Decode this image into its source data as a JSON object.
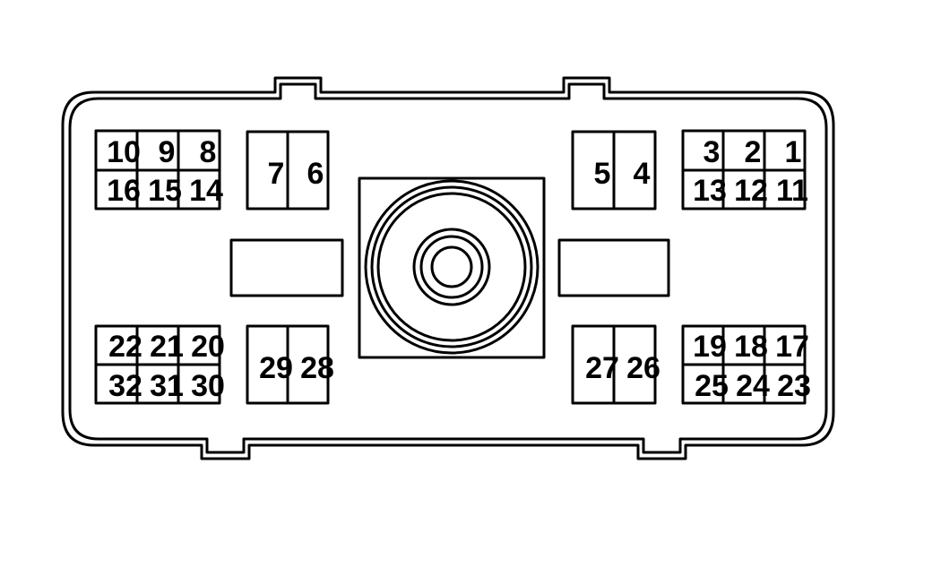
{
  "diagram": {
    "pins": {
      "p1": "1",
      "p2": "2",
      "p3": "3",
      "p4": "4",
      "p5": "5",
      "p6": "6",
      "p7": "7",
      "p8": "8",
      "p9": "9",
      "p10": "10",
      "p11": "11",
      "p12": "12",
      "p13": "13",
      "p14": "14",
      "p15": "15",
      "p16": "16",
      "p17": "17",
      "p18": "18",
      "p19": "19",
      "p20": "20",
      "p21": "21",
      "p22": "22",
      "p23": "23",
      "p24": "24",
      "p25": "25",
      "p26": "26",
      "p27": "27",
      "p28": "28",
      "p29": "29",
      "p30": "30",
      "p31": "31",
      "p32": "32"
    },
    "colors": {
      "line": "#000000",
      "background": "#ffffff"
    }
  }
}
